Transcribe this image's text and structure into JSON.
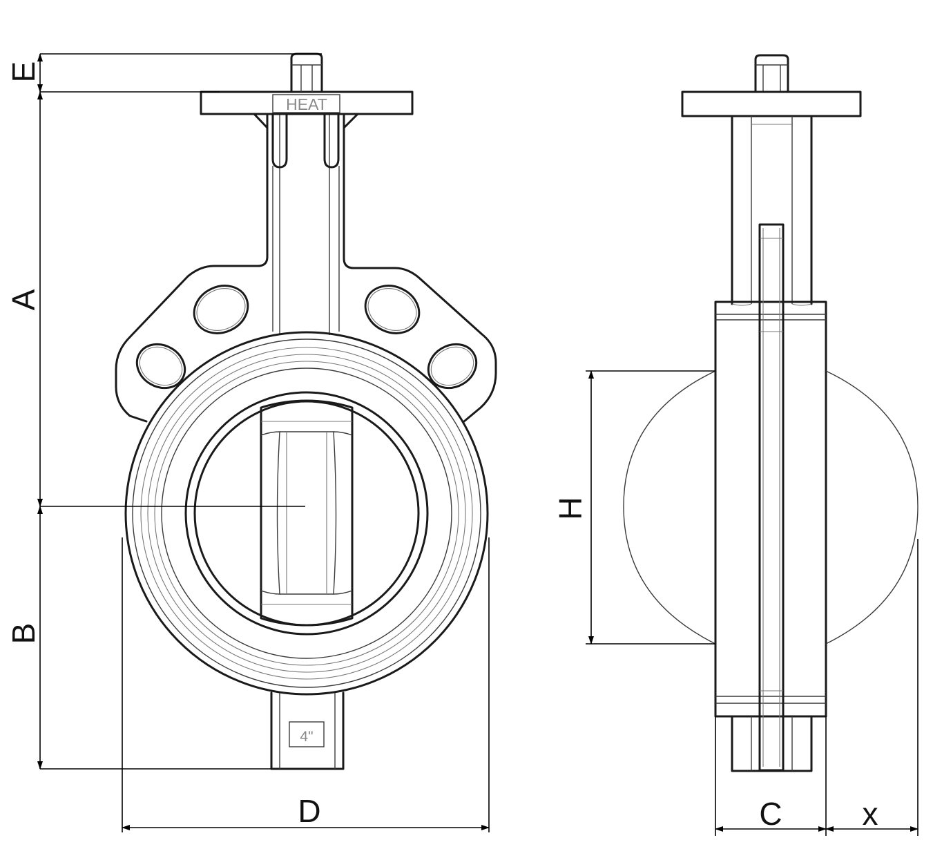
{
  "front_view": {
    "label_a": "A",
    "label_b": "B",
    "label_d": "D",
    "label_e": "E",
    "plate_text": "HEAT",
    "size_mark": "4\""
  },
  "side_view": {
    "label_c": "C",
    "label_h": "H",
    "label_x": "x"
  },
  "colors": {
    "line": "#1a1a1a",
    "background": "#ffffff"
  }
}
